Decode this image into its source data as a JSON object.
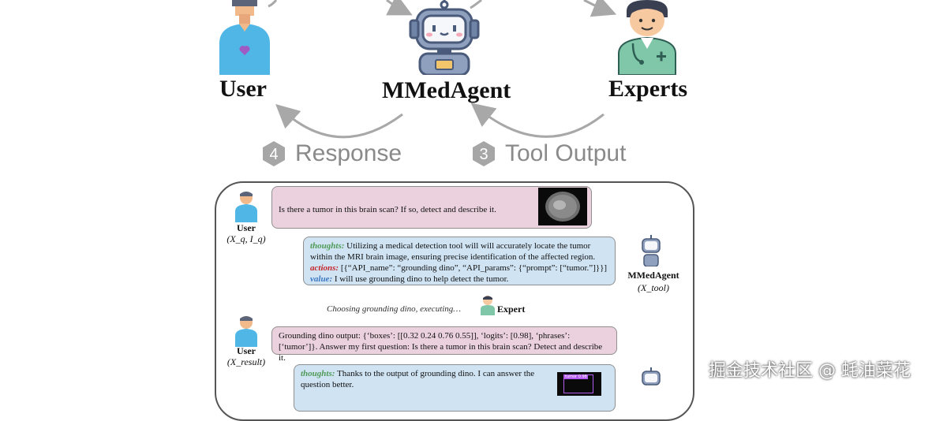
{
  "roles": {
    "user": "User",
    "agent": "MMedAgent",
    "experts": "Experts"
  },
  "steps": [
    {
      "number": "4",
      "label": "Response"
    },
    {
      "number": "3",
      "label": "Tool Output"
    }
  ],
  "conversation": {
    "user_label": "User",
    "user_sub_1": "(X_q, I_q)",
    "user_msg_1": "Is there a tumor in this brain scan? If so, detect and describe it.",
    "agent_label": "MMedAgent",
    "agent_sub": "(X_tool)",
    "agent_msg_1": {
      "thoughts_key": "thoughts:",
      "thoughts": "Utilizing a medical detection tool will will accurately locate the tumor within the MRI brain image, ensuring precise identification of the affected region.",
      "actions_key": "actions:",
      "actions": "[{“API_name”: “grounding dino”, “API_params”: {“prompt”: [“tumor.”]}}]",
      "value_key": "value:",
      "value": "I will use grounding dino to help detect the tumor."
    },
    "executing_text": "Choosing grounding dino, executing…",
    "expert_label": "Expert",
    "user_sub_2": "(X_result)",
    "user_msg_2": "Grounding dino output: {‘boxes’: [[0.32 0.24 0.76 0.55]], ‘logits’: [0.98], ‘phrases’: [‘tumor’]}. Answer my first question: Is there a tumor in this brain scan? Detect and describe it.",
    "agent_msg_2": {
      "thoughts_key": "thoughts:",
      "thoughts": "Thanks to the output of grounding dino. I can answer the question better.",
      "box_label": "tumor 0.98"
    }
  },
  "watermark": "掘金技术社区 @ 蚝油菜花",
  "colors": {
    "user_bubble": "#ead1dd",
    "agent_bubble": "#cfe3f3",
    "thoughts": "#4f9a57",
    "actions": "#c6252a",
    "value": "#3d78c3",
    "arrow": "#a8a8a8"
  },
  "icons": [
    "user-avatar-icon",
    "robot-icon",
    "doctor-icon",
    "brain-scan-image"
  ]
}
